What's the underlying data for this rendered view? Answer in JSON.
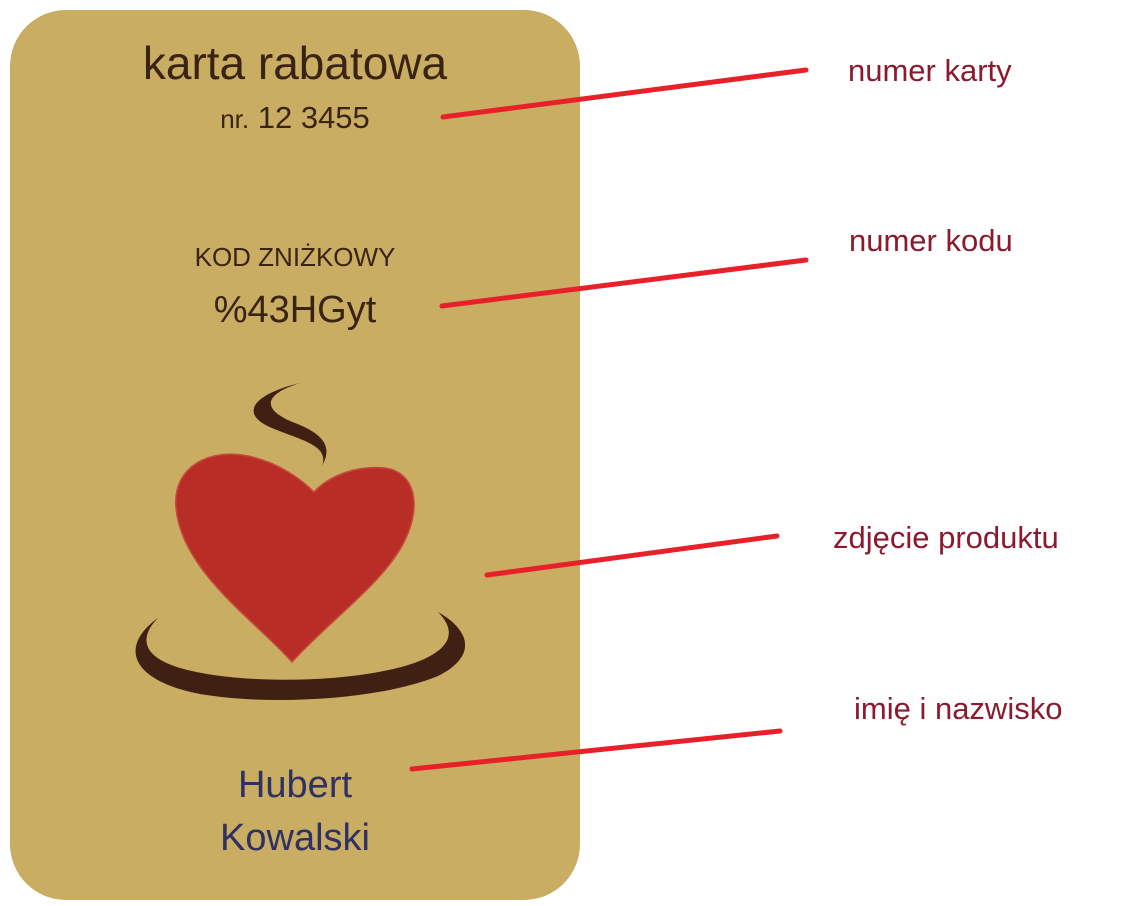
{
  "card": {
    "title": "karta rabatowa",
    "number_prefix": "nr.",
    "number": "12 3455",
    "code_label": "KOD ZNIŻKOWY",
    "code_value": "%43HGyt",
    "holder_first_name": "Hubert",
    "holder_last_name": "Kowalski",
    "background_color": "#c8ad62",
    "logo": {
      "icon": "heart-coffee-cup-icon",
      "heart_color": "#b82e26",
      "cup_color": "#3f2012"
    }
  },
  "callouts": [
    {
      "label": "numer karty"
    },
    {
      "label": "numer kodu"
    },
    {
      "label": "zdjęcie produktu"
    },
    {
      "label": "imię i nazwisko"
    }
  ],
  "colors": {
    "callout_text": "#8b1a2e",
    "leader_line": "#e8202a",
    "card_text": "#3b2313",
    "name_text": "#2e3161"
  }
}
